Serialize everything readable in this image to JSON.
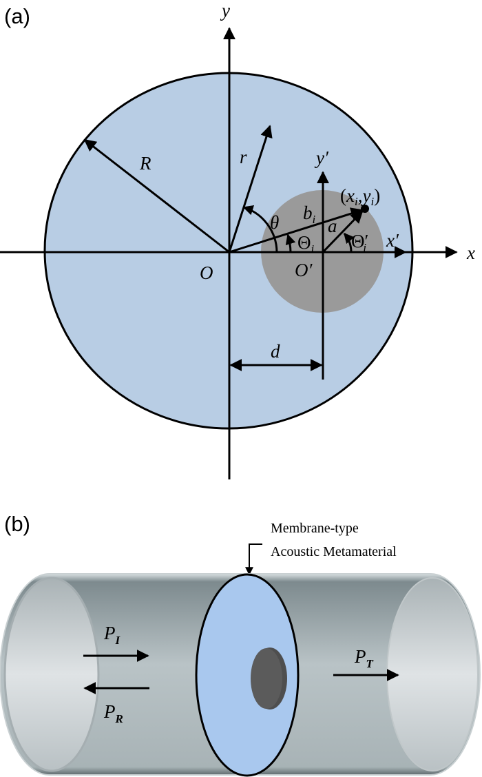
{
  "panel_a": {
    "label": "(a)",
    "axis_x": "x",
    "axis_y": "y",
    "axis_x_prime": "x′",
    "axis_y_prime": "y′",
    "origin": "O",
    "origin_prime": "O′",
    "R": "R",
    "r": "r",
    "theta": "θ",
    "b": "b",
    "b_sub": "i",
    "Theta": "Θ",
    "Theta_sub": "i",
    "Theta_prime": "Θ′",
    "Theta_prime_sub": "i",
    "a": "a",
    "d": "d",
    "point": {
      "open": "(",
      "x": "x",
      "xsub": "i",
      "comma": ",",
      "y": "y",
      "ysub": "i",
      "close": ")"
    },
    "colors": {
      "host": "#b8cde4",
      "inclusion": "#9a9a9a"
    }
  },
  "panel_b": {
    "label": "(b)",
    "annotation_line1": "Membrane-type",
    "annotation_line2": "Acoustic Metamaterial",
    "P": "P",
    "incident_sub": "I",
    "reflected_sub": "R",
    "transmitted_sub": "T",
    "colors": {
      "membrane": "#a9c8ee",
      "mass": "#5b5b5b",
      "tube": "#b4bcbf"
    }
  }
}
